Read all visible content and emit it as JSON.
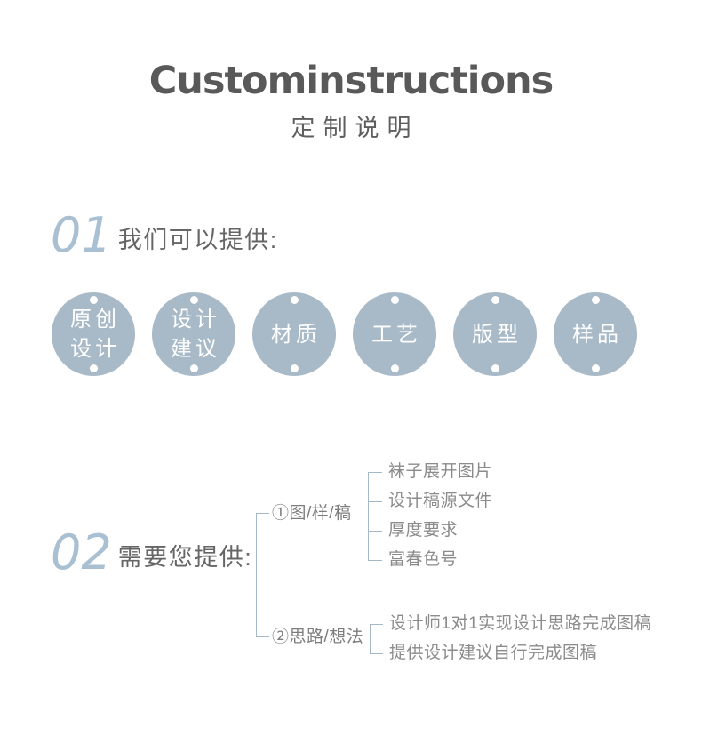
{
  "header": {
    "title": "Custominstructions",
    "subtitle": "定制说明"
  },
  "section1": {
    "number": "01",
    "heading": "我们可以提供:",
    "circles": [
      {
        "name": "original-design",
        "lines": [
          "原创",
          "设计"
        ]
      },
      {
        "name": "design-advice",
        "lines": [
          "设计",
          "建议"
        ]
      },
      {
        "name": "material",
        "lines": [
          "材质"
        ]
      },
      {
        "name": "craft",
        "lines": [
          "工艺"
        ]
      },
      {
        "name": "pattern",
        "lines": [
          "版型"
        ]
      },
      {
        "name": "sample",
        "lines": [
          "样品"
        ]
      }
    ]
  },
  "section2": {
    "number": "02",
    "heading": "需要您提供:",
    "branches": [
      {
        "label": "①图/样/稿",
        "items": [
          "袜子展开图片",
          "设计稿源文件",
          "厚度要求",
          "富春色号"
        ]
      },
      {
        "label": "②思路/想法",
        "items": [
          "设计师1对1实现设计思路完成图稿",
          "提供设计建议自行完成图稿"
        ]
      }
    ]
  },
  "colors": {
    "title_gray": "#595959",
    "heading_gray": "#666666",
    "leaf_gray": "#8b8b8b",
    "accent_number_blue": "#a9bfd2",
    "circle_fill_blue": "#a8b9c7",
    "connector_line_blue": "#a5b8c8"
  }
}
